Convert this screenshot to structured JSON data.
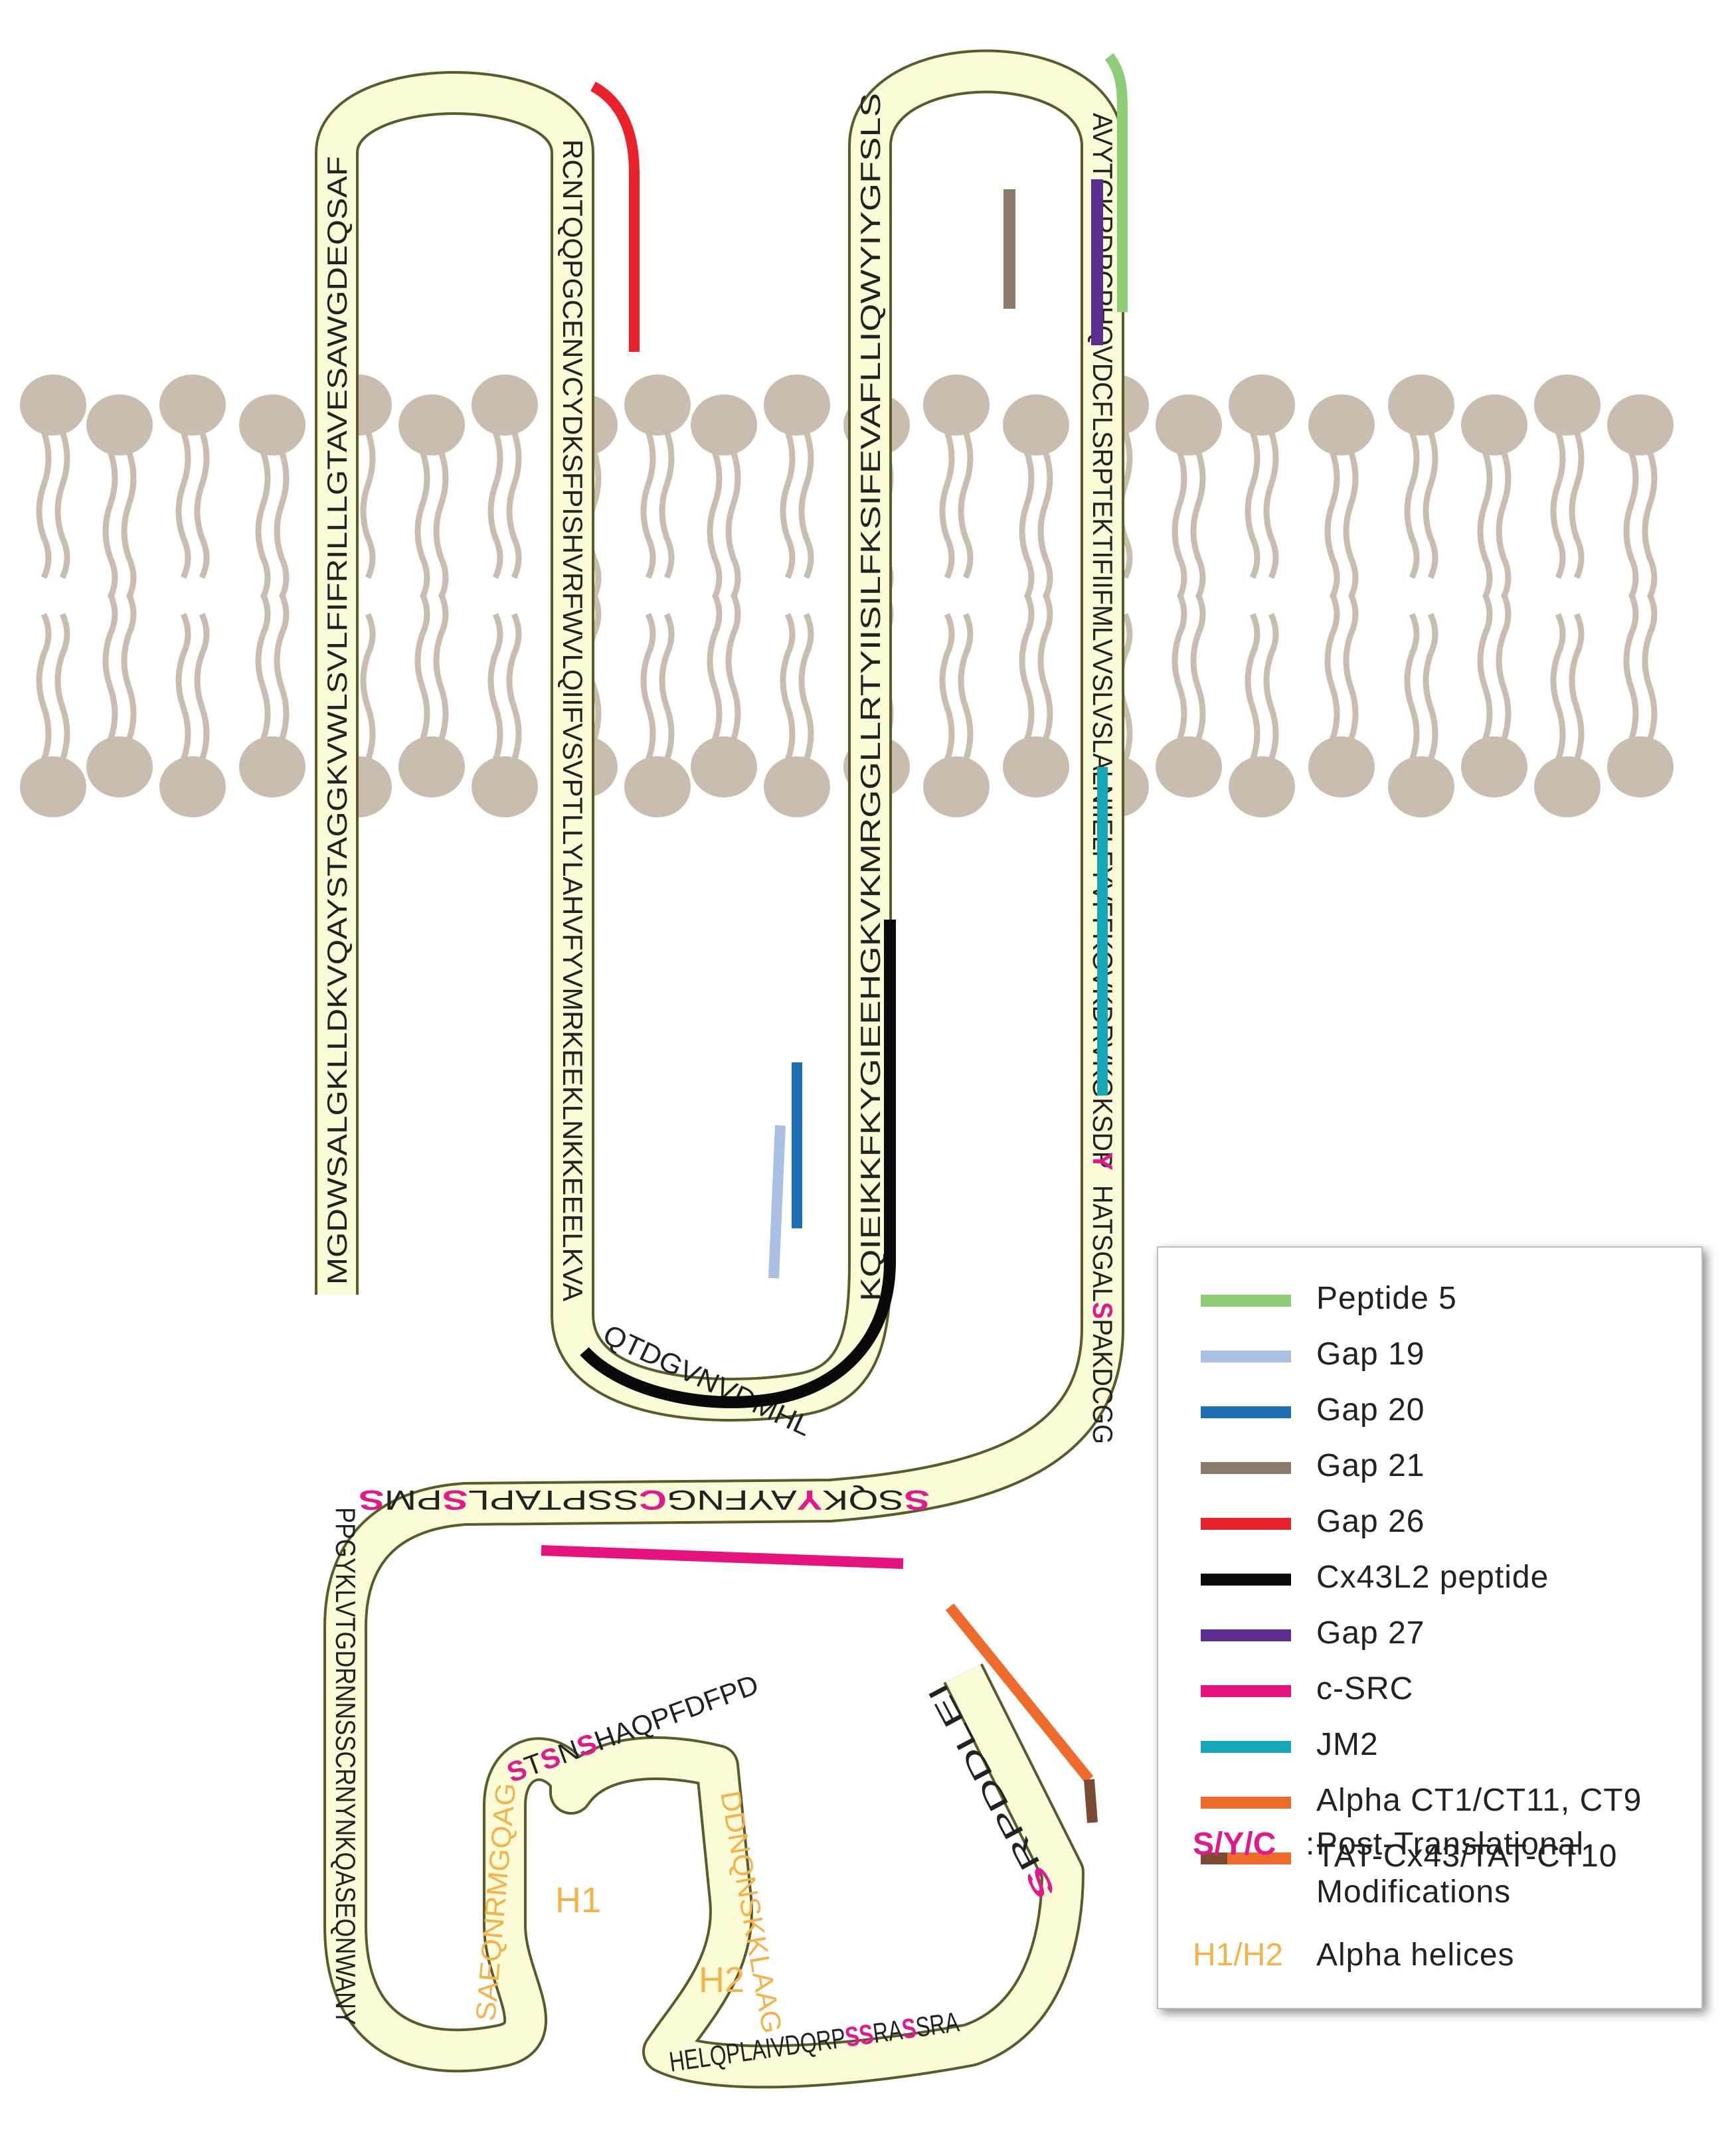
{
  "sequences": {
    "nterm": "MGDWSALGKLLDKVQAYSTAGGKVWLSVLFIFRILLLGTAVESAWGDEQSAFRCNTQQPGCENVCYDKSFPISHVRFWVLQIIFVSVPTLLYLAHVFYVMRKEEKLNKKEEELKVA",
    "turn1": "QTDGVNVDMHLKQIEIKKFKYGIEEHGKVKMRGGLLRTYIISILFKSIFEVAFLLIQWYIYGFSLSAVYTCKRDPCPHQVDCFLSRPTEKTIFIIFMLVVSLVSLALNIIELFYVFFKGVKDRVKGKSDP",
    "ct_a": "HATSGAL",
    "ct_b": "PAKDCGG",
    "ct_c": "SQK",
    "ct_d": "AYFNG",
    "ct_e": "SSPTAPL",
    "ct_f": "PM",
    "ct_g": "PPGYKLVTGDRNNSSCRNYNKQASEQNWANY",
    "h1": "SAEQNRMGQAG",
    "h1_b": "T",
    "h1_c": "N",
    "h1_d": "HAQPFDFPD",
    "h2": "DDNQNSKKLAAG",
    "ct_h": "HELQPLAIVDQRP",
    "ct_i": "RA",
    "ct_j": "SRA",
    "ct_k": "RPDDLEI"
  },
  "ptm_marks": {
    "y1": "Y",
    "s1": "S",
    "s2": "S",
    "y2": "Y",
    "c1": "C",
    "s3": "S",
    "s4": "S",
    "s5": "S",
    "s6": "S",
    "s7": "S",
    "s8": "S",
    "s9": "S",
    "s10": "S",
    "s11": "S"
  },
  "helix_labels": {
    "h1": "H1",
    "h2": "H2"
  },
  "colors": {
    "peptide5": "#8fcc78",
    "gap19": "#a9c0e2",
    "gap20": "#1f6fb6",
    "gap21": "#8a7a6c",
    "gap26": "#e8232b",
    "cx43l2": "#0a0a0a",
    "gap27": "#5b2d8e",
    "csrc": "#e6137f",
    "jm2": "#17a8b8",
    "alpha_ct": "#ef6b2b",
    "tat_dark": "#7a4a32",
    "ptm": "#e0198c",
    "helix": "#f4b24a",
    "lipid": "#c9bdb0",
    "tube_fill": "#fbfbd8",
    "tube_stroke": "#5a5a2a"
  },
  "legend": {
    "items": [
      {
        "label": "Peptide 5",
        "color": "#8fcc78"
      },
      {
        "label": "Gap 19",
        "color": "#a9c0e2"
      },
      {
        "label": "Gap 20",
        "color": "#1f6fb6"
      },
      {
        "label": "Gap 21",
        "color": "#8a7a6c"
      },
      {
        "label": "Gap 26",
        "color": "#e8232b"
      },
      {
        "label": "Cx43L2 peptide",
        "color": "#0a0a0a"
      },
      {
        "label": "Gap 27",
        "color": "#5b2d8e"
      },
      {
        "label": "c-SRC",
        "color": "#e6137f"
      },
      {
        "label": "JM2",
        "color": "#17a8b8"
      },
      {
        "label": "Alpha CT1/CT11, CT9",
        "color": "#ef6b2b"
      },
      {
        "label": "TAT-Cx43/TAT-CT10",
        "color": "#ef6b2b"
      }
    ],
    "ptm_key": "S/Y/C",
    "ptm_colon": ":",
    "ptm_text_1": "Post-Translational",
    "ptm_text_2": "Modifications",
    "helix_key": "H1/H2",
    "helix_text": "Alpha helices"
  }
}
